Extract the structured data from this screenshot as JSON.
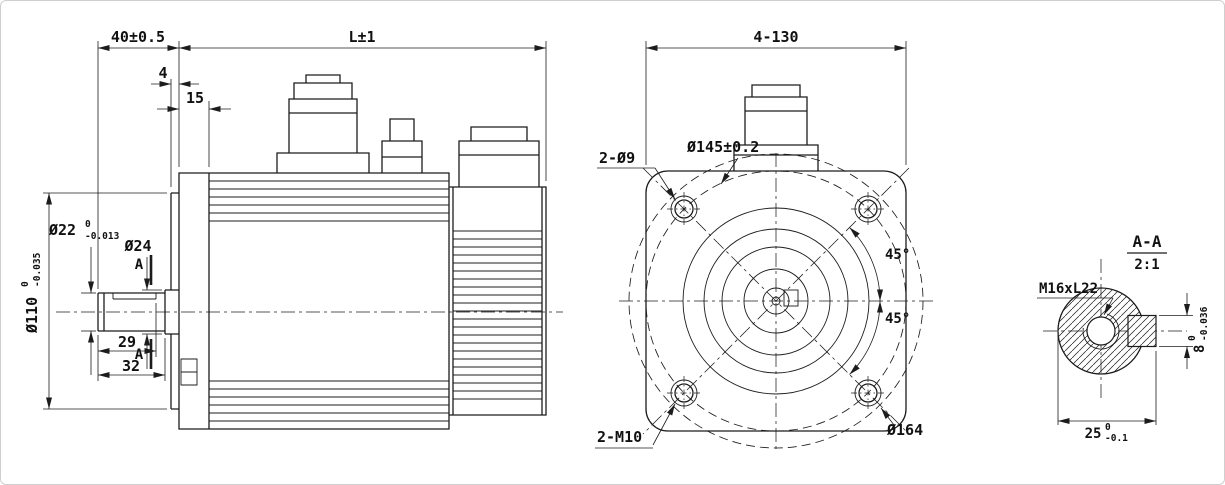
{
  "colors": {
    "line": "#1c1c1c",
    "background": "#ffffff"
  },
  "side_view": {
    "dim_shaft_length": "40±0.5",
    "dim_overall_length": "L±1",
    "dim_pilot_protrusion": "4",
    "dim_flange_offset": "15",
    "dim_shaft_diameter": "Ø22",
    "shaft_tol_upper": "0",
    "shaft_tol_lower": "-0.013",
    "dim_shoulder_diameter": "Ø24",
    "dim_pilot_diameter": "Ø110",
    "pilot_tol_upper": "0",
    "pilot_tol_lower": "-0.035",
    "section_marker_top": "A",
    "section_marker_bottom": "A",
    "dim_key_end": "29",
    "dim_shoulder_position": "32"
  },
  "front_view": {
    "dim_flange_square": "4-130",
    "label_through_holes": "2-Ø9",
    "dim_bolt_circle": "Ø145±0.2",
    "angle_upper": "45°",
    "angle_lower": "45°",
    "label_tapped_holes": "2-M10",
    "dim_corner_circle": "Ø164"
  },
  "section_view": {
    "title": "A-A",
    "scale": "2:1",
    "label_thread": "M16xL22",
    "dim_key_width": "8",
    "key_tol_upper": "0",
    "key_tol_lower": "-0.036",
    "dim_shaft_to_key": "25",
    "s2k_tol_upper": "0",
    "s2k_tol_lower": "-0.1"
  }
}
